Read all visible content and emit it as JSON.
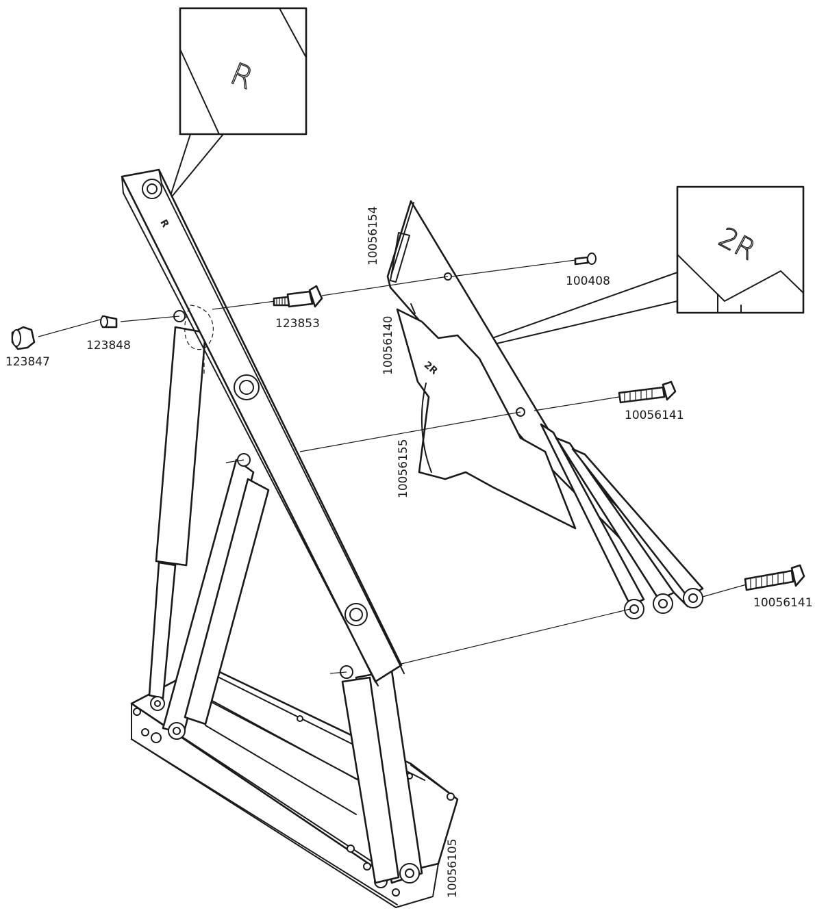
{
  "diagram": {
    "part_numbers": {
      "lift_arm_plate": "10056154",
      "hinge_plate": "10056140",
      "bolt_upper": "10056141",
      "bolt_lower": "10056141",
      "spacer_link": "10056155",
      "base_frame": "10056105",
      "screw_small": "100408",
      "shoulder_bolt": "123853",
      "bushing": "123848",
      "cap_nut": "123847"
    },
    "detail_marks": {
      "top_detail": "R",
      "right_detail": "2R",
      "arm_mark": "R"
    },
    "colors": {
      "line": "#1a1a1a",
      "background": "#ffffff"
    }
  }
}
